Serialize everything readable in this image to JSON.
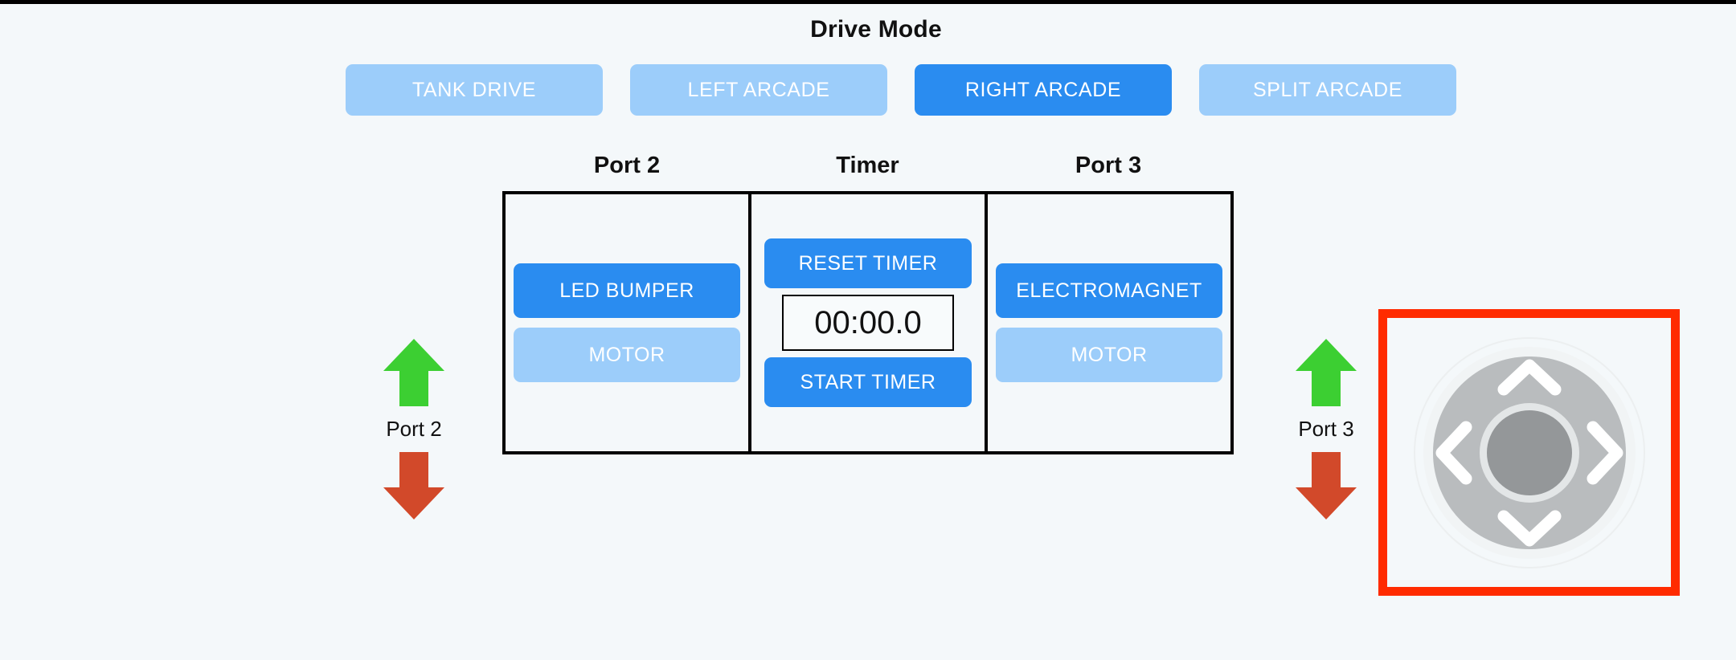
{
  "background_color": "#f4f8fa",
  "accent_color": "#2a8cf0",
  "accent_light_color": "#9ccdfa",
  "alert_color": "#ff2b00",
  "drive_mode": {
    "title": "Drive Mode",
    "buttons": [
      {
        "label": "TANK DRIVE",
        "active": false
      },
      {
        "label": "LEFT ARCADE",
        "active": false
      },
      {
        "label": "RIGHT ARCADE",
        "active": true
      },
      {
        "label": "SPLIT ARCADE",
        "active": false
      }
    ]
  },
  "columns": {
    "port2": {
      "header": "Port 2",
      "primary_button": "LED BUMPER",
      "secondary_button": "MOTOR"
    },
    "timer": {
      "header": "Timer",
      "reset_button": "RESET TIMER",
      "display": "00:00.0",
      "start_button": "START TIMER"
    },
    "port3": {
      "header": "Port 3",
      "primary_button": "ELECTROMAGNET",
      "secondary_button": "MOTOR"
    }
  },
  "port_indicators": [
    {
      "label": "Port 2",
      "up_color": "#3ccf32",
      "down_color": "#d2492a"
    },
    {
      "label": "Port 3",
      "up_color": "#3ccf32",
      "down_color": "#d2492a"
    }
  ],
  "joystick": {
    "name": "dpad-joystick",
    "ring_color": "#b9bcbe",
    "hub_color": "#949799",
    "arrow_color": "#ffffff",
    "border_color": "#ff2b00",
    "directions": [
      "up",
      "right",
      "down",
      "left"
    ]
  }
}
